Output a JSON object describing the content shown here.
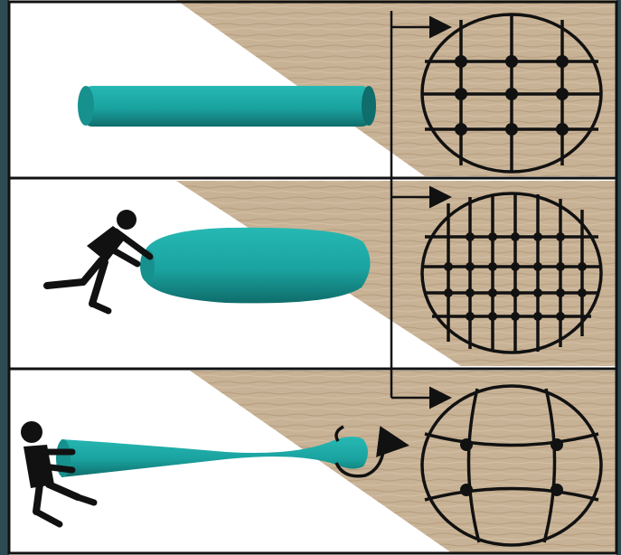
{
  "figure": {
    "panels": [
      {
        "state": "rest",
        "lattice": "regular-grid"
      },
      {
        "state": "compressed",
        "lattice": "dense-grid"
      },
      {
        "state": "stretched",
        "lattice": "distorted-grid"
      }
    ],
    "colors": {
      "frame_background": "#2e4a52",
      "panel_background": "#ffffff",
      "wood_texture": "#c8b295",
      "rod": "#1aa3a0",
      "rod_dark": "#0f6d6b",
      "figure": "#111111",
      "lines": "#111111"
    },
    "icons": [
      "arrow-icon",
      "person-pushing-icon",
      "person-pulling-icon",
      "twist-arrow-icon"
    ]
  }
}
